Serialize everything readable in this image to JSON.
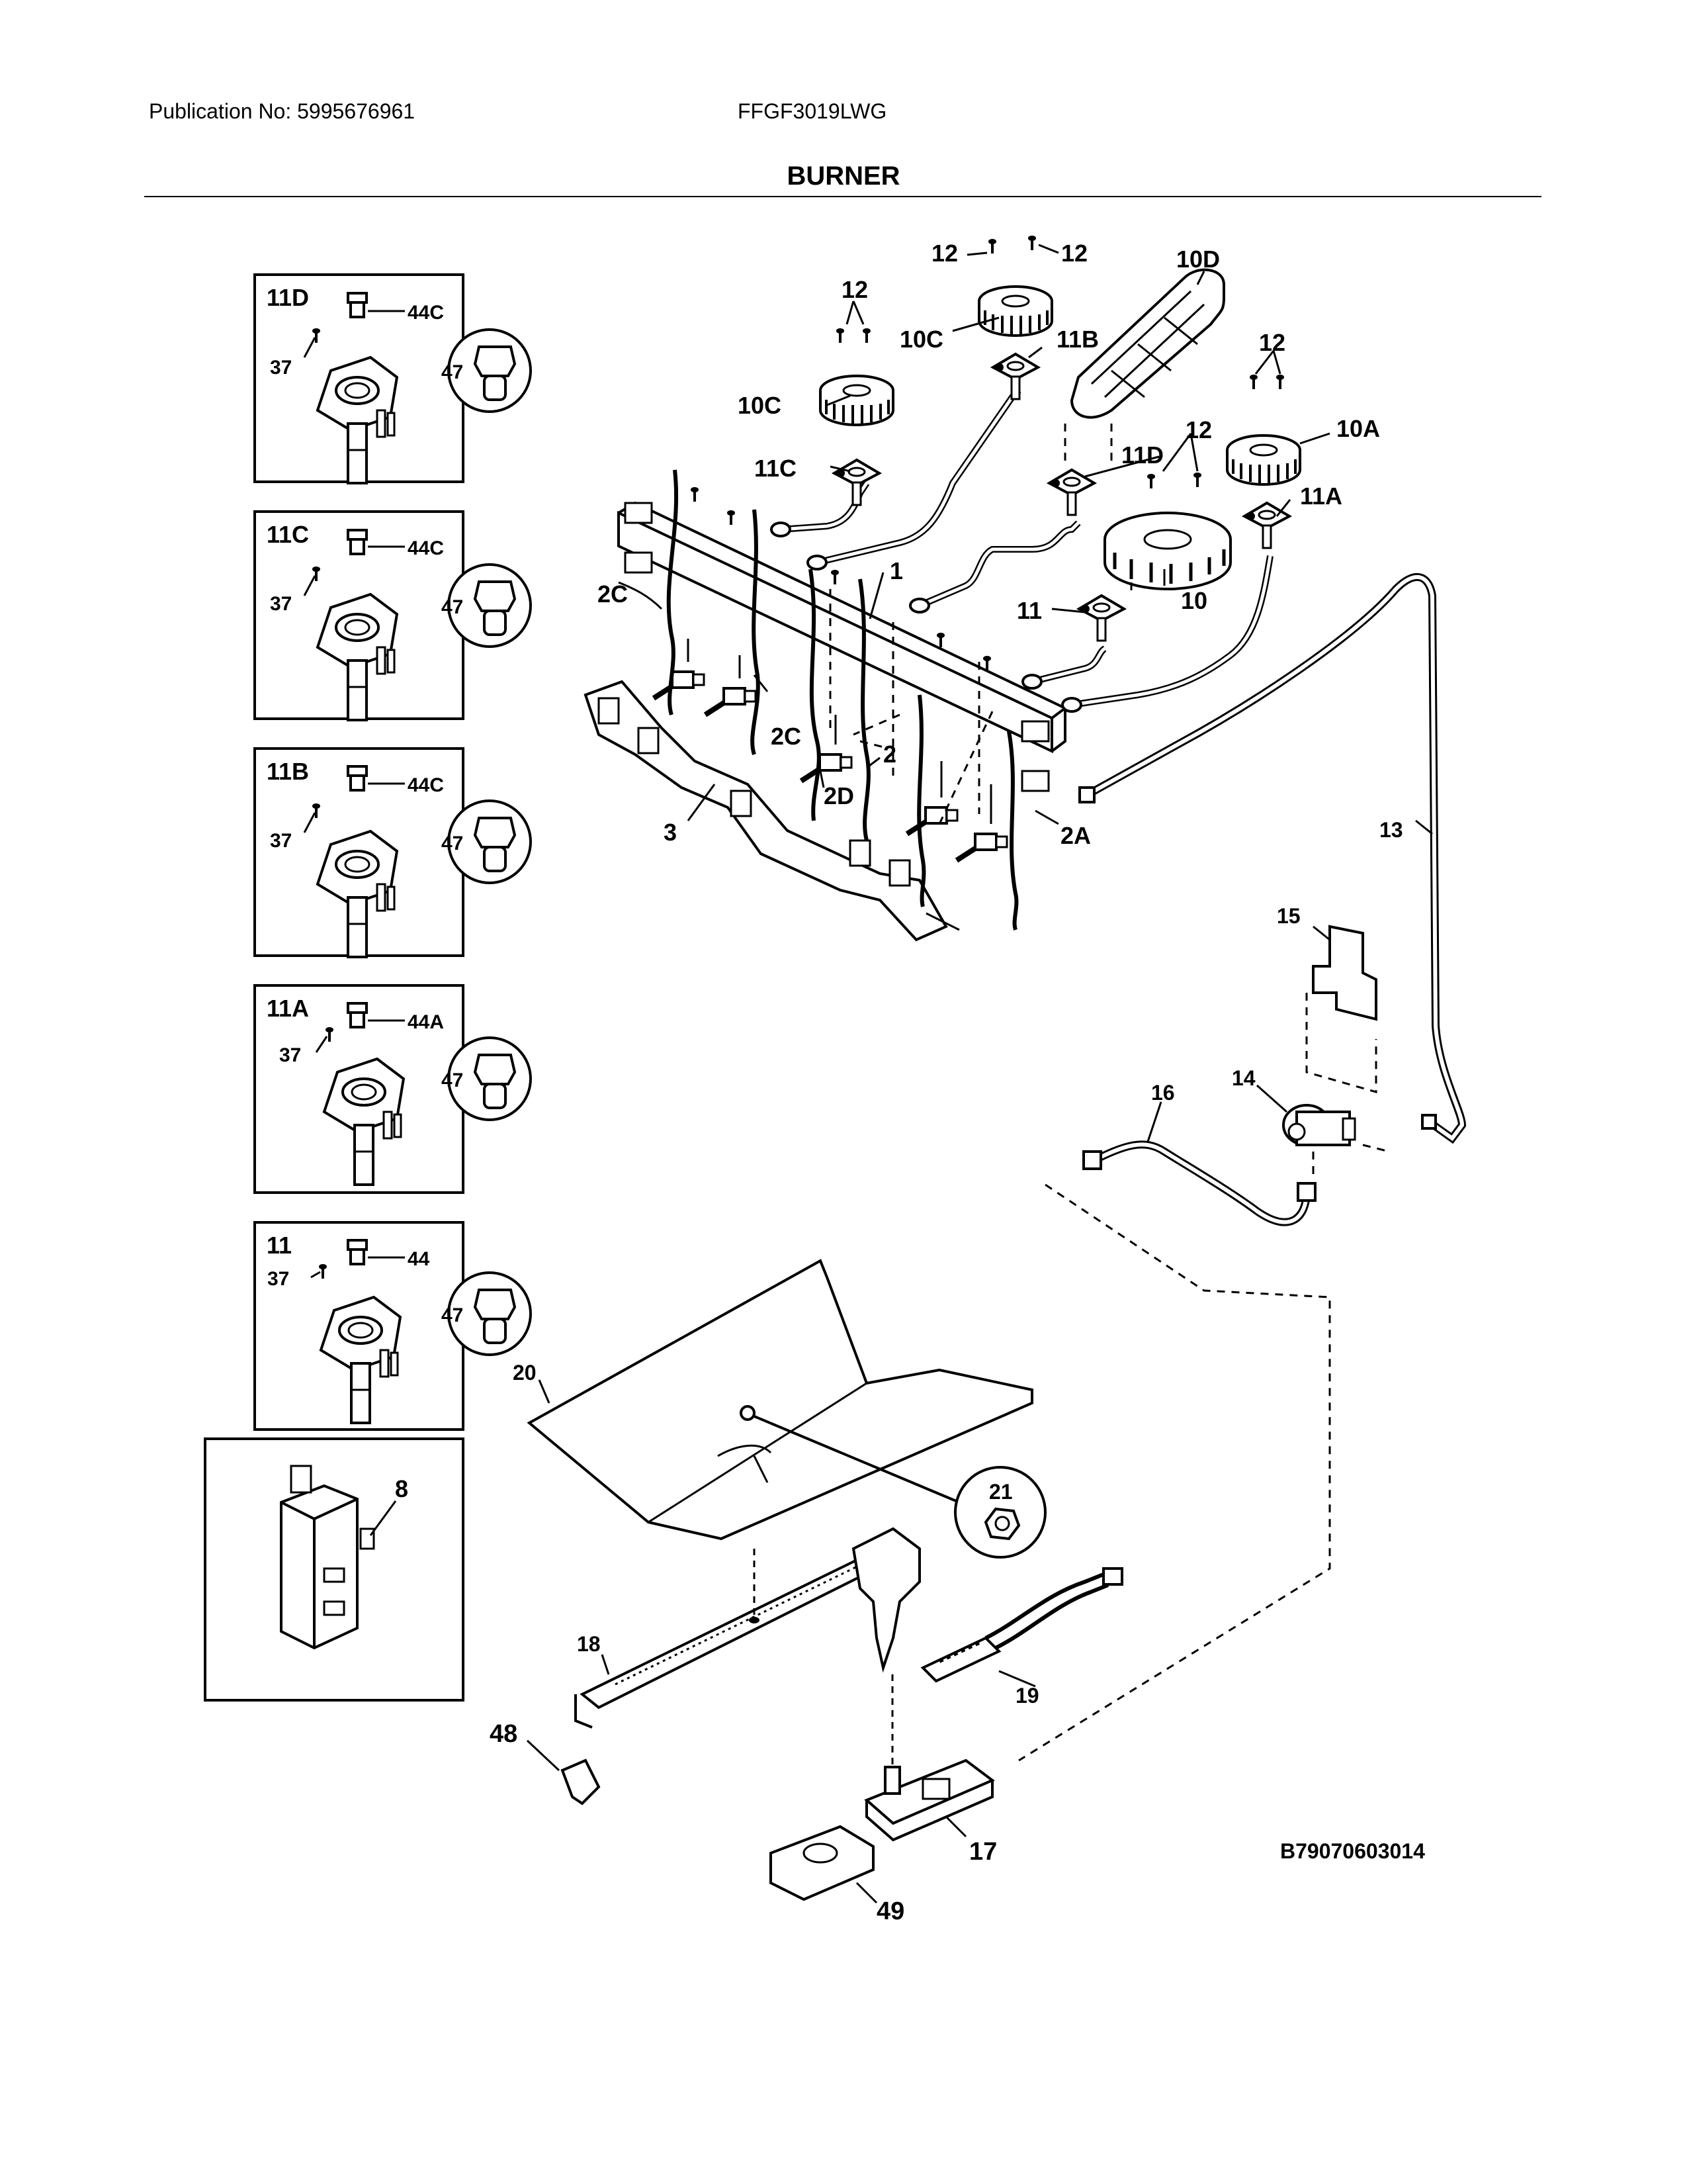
{
  "header": {
    "publication": "Publication No: 5995676961",
    "model": "FFGF3019LWG",
    "title": "BURNER"
  },
  "insets": [
    {
      "title": "11D",
      "labels": [
        "44C",
        "37",
        "47"
      ]
    },
    {
      "title": "11C",
      "labels": [
        "44C",
        "37",
        "47"
      ]
    },
    {
      "title": "11B",
      "labels": [
        "44C",
        "37",
        "47"
      ]
    },
    {
      "title": "11A",
      "labels": [
        "44A",
        "37",
        "47"
      ]
    },
    {
      "title": "11",
      "labels": [
        "44",
        "37",
        "47"
      ]
    },
    {
      "title": "",
      "labels": [
        "8"
      ]
    }
  ],
  "callouts": {
    "l12a": "12",
    "l12b": "12",
    "l12c": "12",
    "l12d": "12",
    "l12e": "12",
    "l10d": "10D",
    "l10c_top": "10C",
    "l11b": "11B",
    "l10c": "10C",
    "l11c": "11C",
    "l10a": "10A",
    "l11a": "11A",
    "l11d": "11D",
    "l10": "10",
    "l11": "11",
    "l1": "1",
    "l2c_left": "2C",
    "l2c": "2C",
    "l2d": "2D",
    "l2": "2",
    "l2a": "2A",
    "l3": "3",
    "l13": "13",
    "l14": "14",
    "l15": "15",
    "l16": "16",
    "l17": "17",
    "l18": "18",
    "l19": "19",
    "l20": "20",
    "l21": "21",
    "l48": "48",
    "l49": "49"
  },
  "diagram_code": "B79070603014"
}
